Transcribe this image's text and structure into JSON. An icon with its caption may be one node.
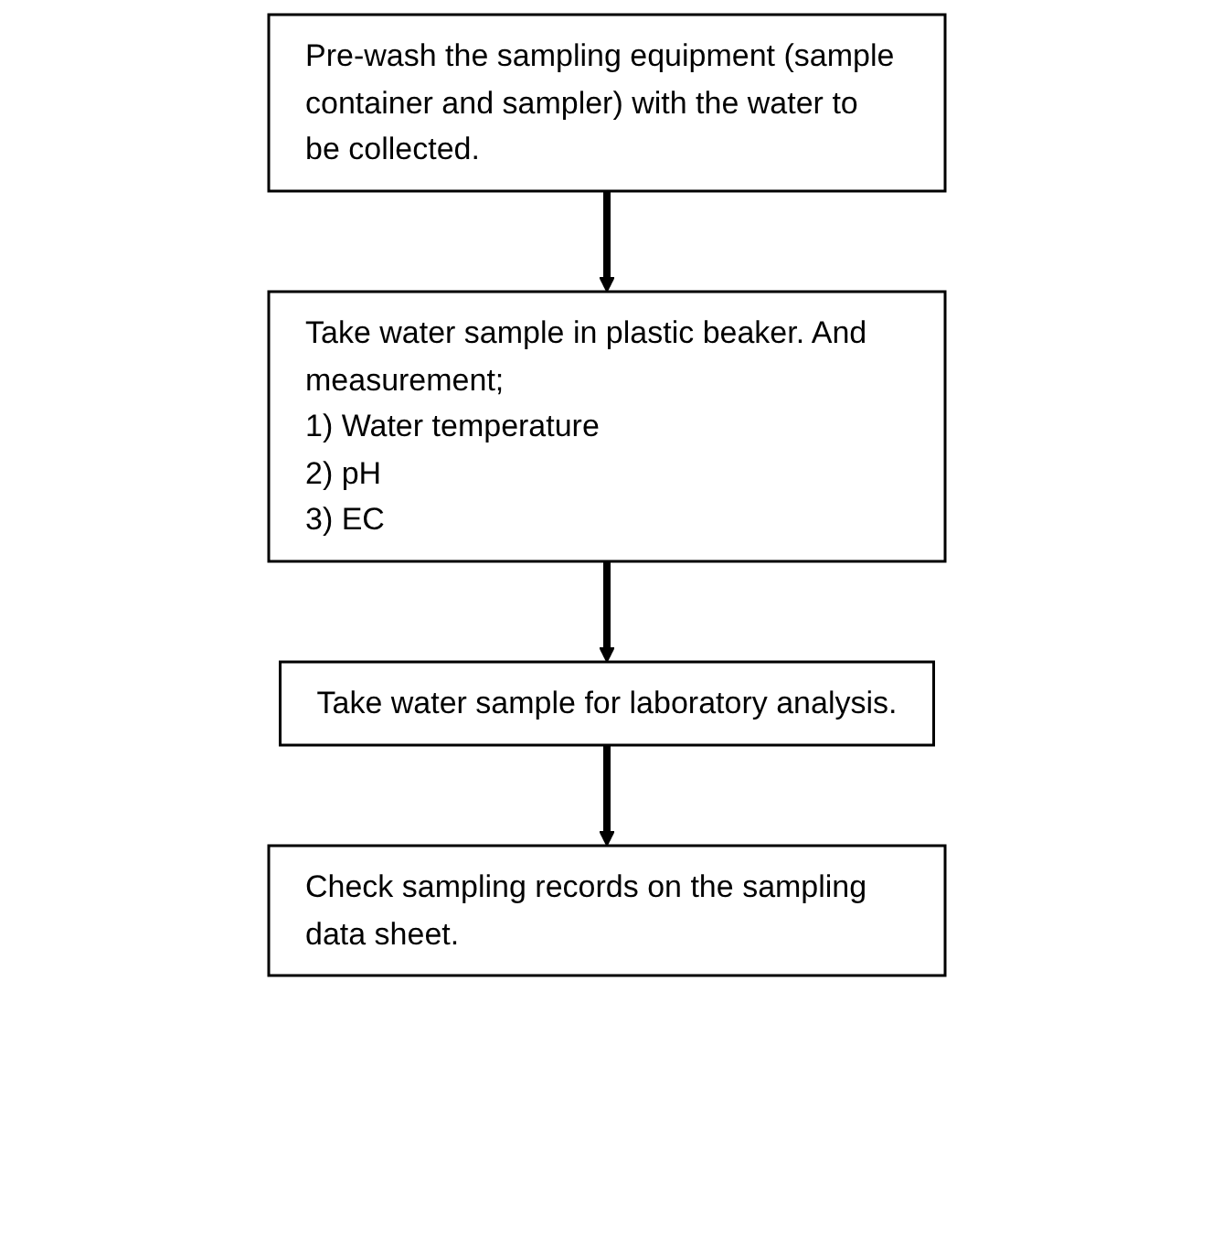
{
  "diagram": {
    "nodes": [
      {
        "text": [
          "Pre-wash the sampling equipment (sample container and sampler) with the water to be collected."
        ]
      },
      {
        "text": [
          "Take water sample in plastic beaker. And measurement;",
          "1) Water temperature",
          "2) pH",
          "3) EC"
        ]
      },
      {
        "text": [
          "Take water sample for laboratory analysis."
        ]
      },
      {
        "text": [
          "Check sampling records on the sampling data sheet."
        ]
      }
    ],
    "edges": [
      {
        "from": 0,
        "to": 1,
        "arrow": "to"
      },
      {
        "from": 1,
        "to": 2,
        "arrow": "to"
      },
      {
        "from": 2,
        "to": 3,
        "arrow": "to"
      }
    ]
  }
}
